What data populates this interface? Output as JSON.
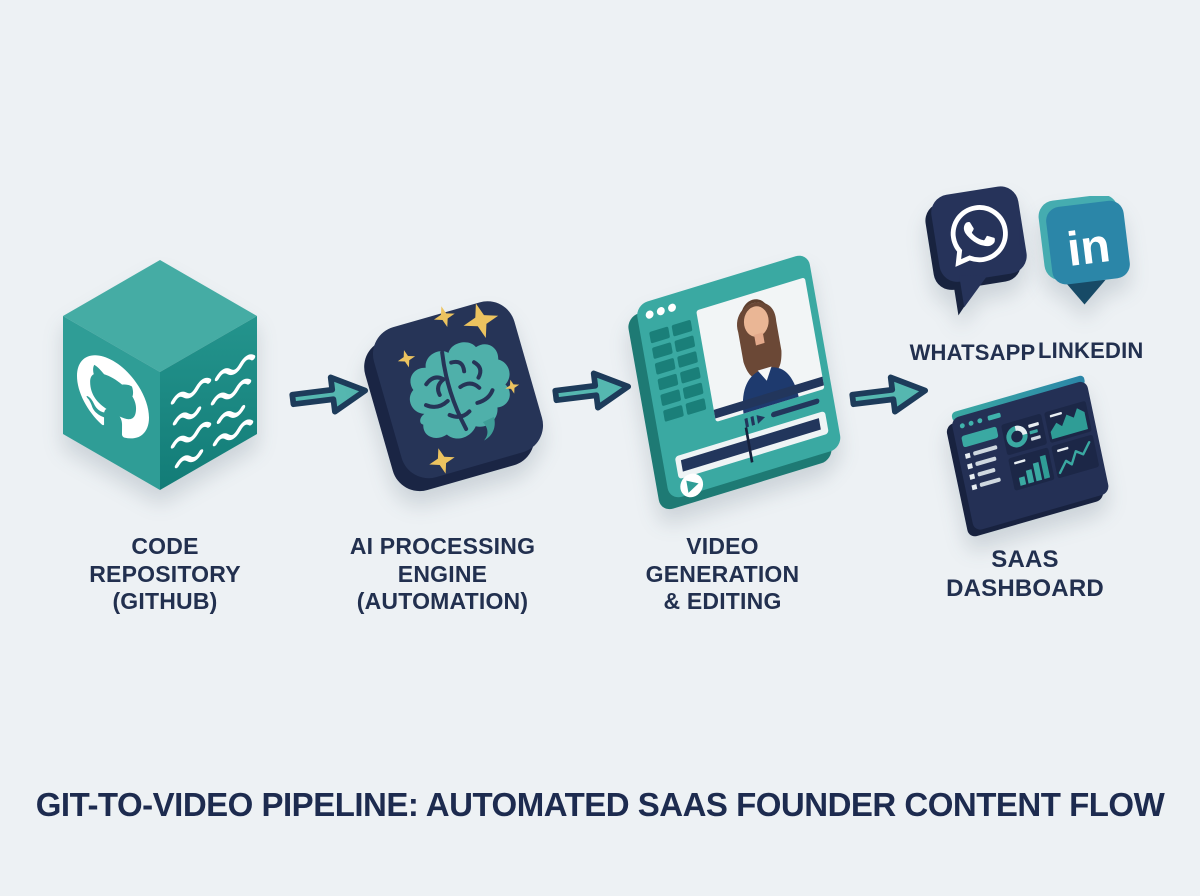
{
  "title": "GIT-TO-VIDEO PIPELINE: AUTOMATED SAAS FOUNDER CONTENT FLOW",
  "colors": {
    "background": "#edf1f4",
    "teal": "#3aa9a2",
    "teal_dark": "#1f827c",
    "navy": "#26335a",
    "navy_deep": "#1a2544",
    "text_navy": "#22304f",
    "sparkle_yellow": "#ecc35f",
    "linkedin_blue": "#2b86a8",
    "white": "#ffffff"
  },
  "pipeline": {
    "stages": [
      {
        "name": "code-repository",
        "icon": "github-cube-icon",
        "label_lines": [
          "CODE",
          "REPOSITORY",
          "(GITHUB)"
        ]
      },
      {
        "name": "ai-processing-engine",
        "icon": "ai-brain-icon",
        "label_lines": [
          "AI PROCESSING",
          "ENGINE",
          "(AUTOMATION)"
        ]
      },
      {
        "name": "video-generation-editing",
        "icon": "video-editor-icon",
        "label_lines": [
          "VIDEO",
          "GENERATION",
          "& EDITING"
        ]
      }
    ],
    "arrow": {
      "count": 3,
      "direction": "right",
      "icon": "right-arrow-icon"
    },
    "outputs": {
      "channels": [
        {
          "name": "whatsapp",
          "icon": "whatsapp-icon",
          "label": "WHATSAPP"
        },
        {
          "name": "linkedin",
          "icon": "linkedin-icon",
          "label": "LINKEDIN"
        }
      ],
      "dashboard": {
        "name": "saas-dashboard",
        "icon": "saas-dashboard-icon",
        "label_lines": [
          "SAAS",
          "DASHBOARD"
        ]
      }
    }
  }
}
